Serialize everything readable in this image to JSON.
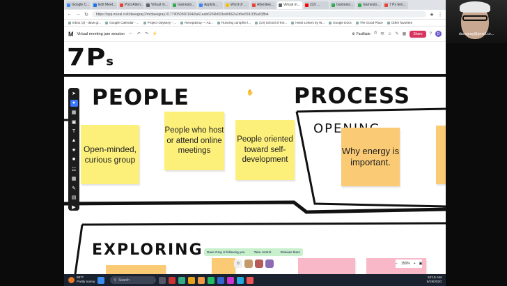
{
  "browser": {
    "tabs": [
      "Google C...",
      "Edit Meet...",
      "Post Atten...",
      "Virtual m...",
      "Gamesto...",
      "ApplyG...",
      "Word of ...",
      "Attendee...",
      "Virtual m...",
      "(12) ...",
      "Gamesto...",
      "Gamesto...",
      "7 Ps tem..."
    ],
    "url": "https://app.mural.co/t/davegray1/m/davegray1/1779050560194/0a61eab6206b603ed0662a2d9e6591f35a938b4",
    "bookmarks": [
      "Inbox (3) - dave.gr...",
      "Google Calendar - ...",
      "Project Odyssey - ...",
      "ReceptDrop — Ad...",
      "Running campfire l...",
      "(10) School of the...",
      "Heart Letters by W...",
      "Google Docs",
      "The Good Place",
      "Other favorites"
    ]
  },
  "mural": {
    "logo": "M",
    "title": "Virtual meeting jam session",
    "facilitate": "Facilitate",
    "share": "Share",
    "avatar": "D"
  },
  "canvas": {
    "title": "7P",
    "title_small": "s",
    "people": "PEOPLE",
    "process": "PROCESS",
    "opening": "OPENING",
    "exploring": "EXPLORING"
  },
  "stickies": [
    {
      "text": "Open-minded, curious group",
      "color": "yellow"
    },
    {
      "text": "People who host or attend online meetings",
      "color": "yellow"
    },
    {
      "text": "People oriented toward self-development",
      "color": "yellow"
    },
    {
      "text": "Why energy is important.",
      "color": "orange"
    }
  ],
  "follow": {
    "message": "Dave Gray is following you",
    "take_control": "Take control",
    "release": "Release them"
  },
  "zoom": {
    "level": "150%"
  },
  "taskbar": {
    "temp": "60°F",
    "condition": "Partly sunny",
    "search": "Search",
    "time": "10:15 AM",
    "date": "5/19/2020"
  },
  "webcam": {
    "label": "davegray@gmail.co..."
  },
  "colors": {
    "accent": "#3b78ff",
    "share": "#d8345f",
    "sticky_yellow": "#fdf07a",
    "sticky_orange": "#fbca74"
  }
}
